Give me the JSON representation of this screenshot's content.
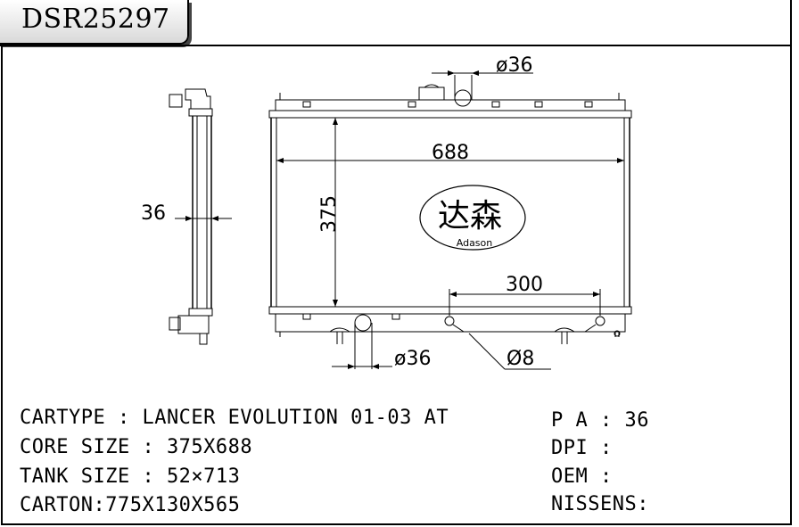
{
  "part_number": "DSR25297",
  "dimensions": {
    "core_width": "688",
    "core_height": "375",
    "thickness": "36",
    "inlet_diameter": "ø36",
    "outlet_diameter": "ø36",
    "tube_spacing": "300",
    "fitting_diameter": "Ø8"
  },
  "logo": {
    "chinese": "达森",
    "brand": "Adason"
  },
  "specs_left": [
    "CARTYPE : LANCER EVOLUTION 01-03 AT",
    "CORE SIZE : 375X688",
    "TANK SIZE : 52×713",
    "CARTON:775X130X565"
  ],
  "specs_right": [
    "P A : 36",
    "DPI :",
    "OEM :",
    "NISSENS:"
  ]
}
